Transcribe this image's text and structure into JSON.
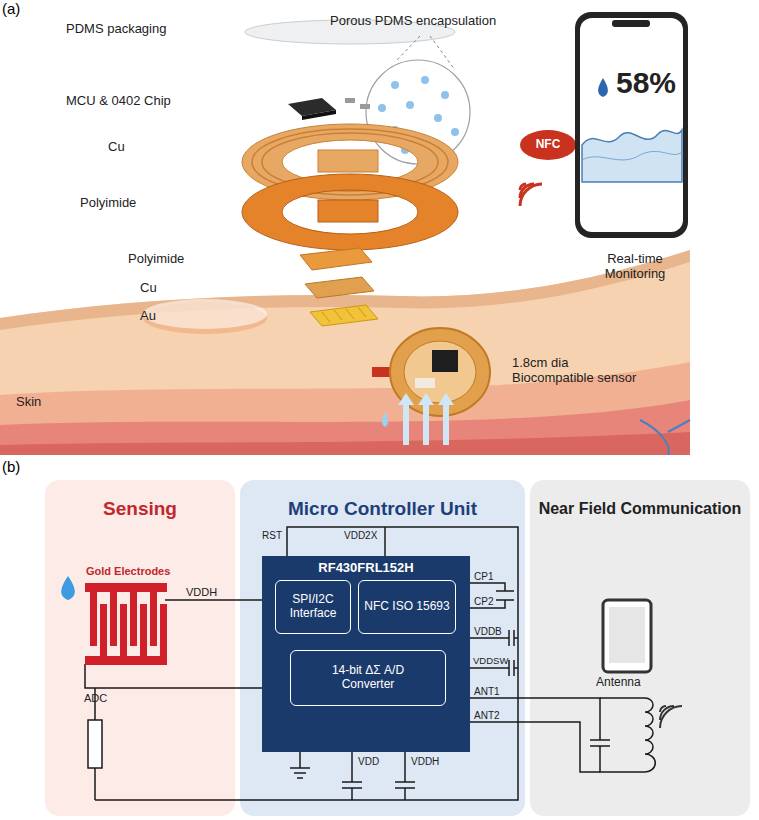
{
  "diagram": {
    "nodes": [
      {
        "text": [
          "NFC"
        ]
      },
      {
        "text": [
          "Sensing"
        ]
      },
      {
        "text": [
          "Micro Controller Unit"
        ]
      },
      {
        "text": [
          "RF430FRL152H"
        ],
        "in": 2
      },
      {
        "text": [
          "SPI/I2C Interface"
        ],
        "in": 3
      },
      {
        "text": [
          "NFC ISO 15693"
        ],
        "in": 3
      },
      {
        "text": [
          "14-bit ΔΣ A/D Converter"
        ],
        "in": 3
      },
      {
        "text": [
          "Near Field Communication"
        ]
      }
    ],
    "labels": [
      "(a)",
      "PDMS packaging",
      "Porous PDMS encapsulation",
      "MCU & 0402 Chip",
      "Cu",
      "Polyimide",
      "Polyimide",
      "Cu",
      "Au",
      "Skin",
      "1.8cm dia Biocompatible sensor",
      "Real-time Monitoring",
      "58%",
      "(b)",
      "Gold Electrodes",
      "VDDH",
      "ADC",
      "RST",
      "VDD2X",
      "CP1",
      "CP2",
      "VDDB",
      "VDDSW",
      "ANT1",
      "ANT2",
      "VDD",
      "VDDH",
      "Antenna"
    ]
  }
}
